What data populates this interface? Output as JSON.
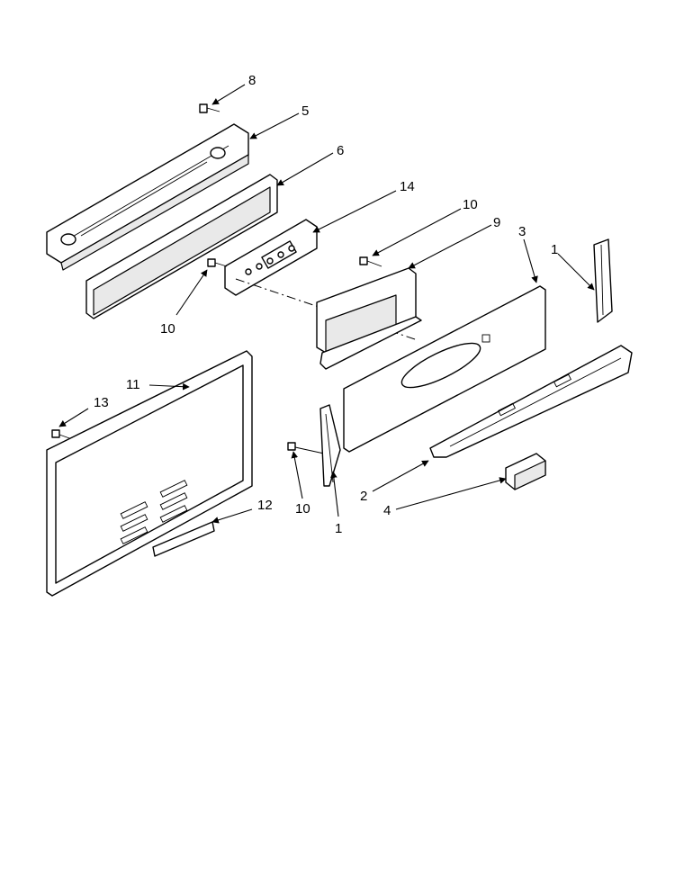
{
  "callouts": {
    "c8": "8",
    "c5": "5",
    "c6": "6",
    "c14": "14",
    "c10_top": "10",
    "c9": "9",
    "c3": "3",
    "c1_right": "1",
    "c10_left": "10",
    "c11": "11",
    "c13": "13",
    "c12": "12",
    "c10_bottom": "10",
    "c1_bottom": "1",
    "c2": "2",
    "c4": "4"
  }
}
